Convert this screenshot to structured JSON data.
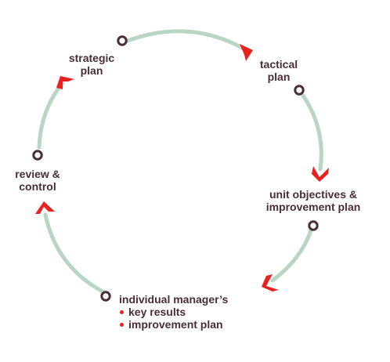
{
  "colors": {
    "arc": "#b9d6c5",
    "arrow": "#e8231f",
    "node_ring": "#4a2e36",
    "text": "#4a2e36",
    "bullet": "#e8231f"
  },
  "stages": [
    {
      "id": "strategic",
      "lines": [
        "strategic",
        "plan"
      ]
    },
    {
      "id": "tactical",
      "lines": [
        "tactical",
        "plan"
      ]
    },
    {
      "id": "unit",
      "lines": [
        "unit objectives &",
        "improvement plan"
      ]
    },
    {
      "id": "individual",
      "lines": [
        "individual manager’s"
      ],
      "bullets": [
        "key results",
        "improvement plan"
      ]
    },
    {
      "id": "review",
      "lines": [
        "review &",
        "control"
      ]
    }
  ]
}
